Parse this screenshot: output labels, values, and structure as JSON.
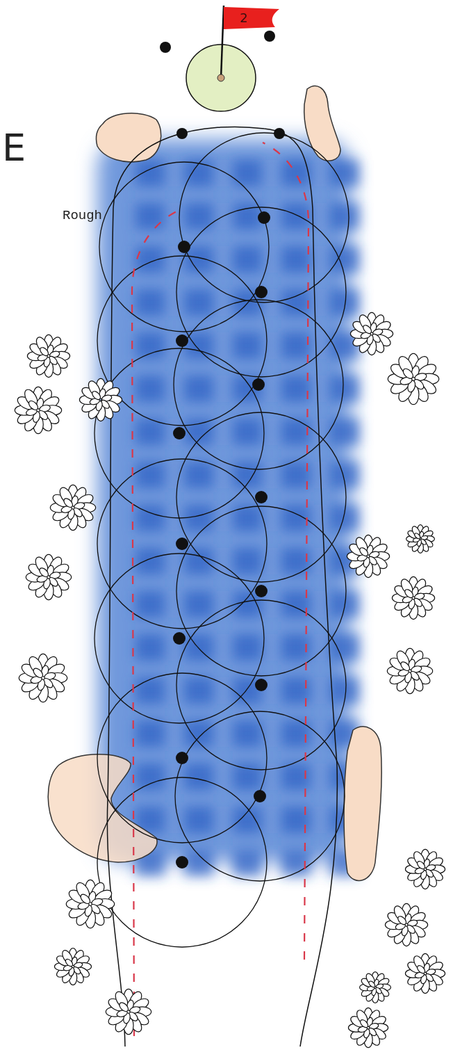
{
  "diagram": {
    "nodes": [
      {
        "text": [
          "2"
        ]
      }
    ],
    "labels": [
      "E",
      "Rough"
    ]
  }
}
